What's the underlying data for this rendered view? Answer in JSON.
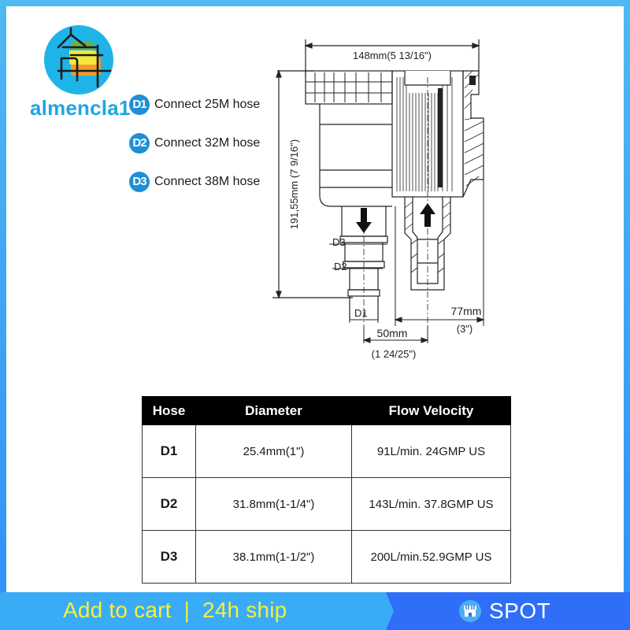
{
  "brand": {
    "name": "almencla1",
    "colors": {
      "text": "#1fa7e0",
      "circle": "#1fb4e8",
      "green": "#6ab04c",
      "yellow": "#f3e83a",
      "orange": "#f29a2e"
    }
  },
  "legend": {
    "items": [
      {
        "badge": "D1",
        "label": "Connect 25M hose"
      },
      {
        "badge": "D2",
        "label": "Connect 32M hose"
      },
      {
        "badge": "D3",
        "label": "Connect 38M hose"
      }
    ],
    "badge_color": "#1f8fd6"
  },
  "drawing": {
    "width_dim": "148mm(5 13/16\")",
    "height_dim": "191,55mm (7 9/16\")",
    "outlet_offset_dim": "77mm",
    "outlet_offset_inch": "(3\")",
    "center_offset_dim": "50mm",
    "center_offset_inch": "(1 24/25\")",
    "labels": {
      "d1": "D1",
      "d2": "D2",
      "d3": "D3"
    }
  },
  "table": {
    "headers": [
      "Hose",
      "Diameter",
      "Flow Velocity"
    ],
    "rows": [
      {
        "hose": "D1",
        "diameter": "25.4mm(1\")",
        "flow": "91L/min. 24GMP US"
      },
      {
        "hose": "D2",
        "diameter": "31.8mm(1-1/4\")",
        "flow": "143L/min. 37.8GMP US"
      },
      {
        "hose": "D3",
        "diameter": "38.1mm(1-1/2\")",
        "flow": "200L/min.52.9GMP US"
      }
    ]
  },
  "banner": {
    "left_text": "Add to cart  |  24h ship",
    "right_label": "SPOT",
    "icon": "storefront-icon",
    "colors": {
      "left_bg": "#3aabf7",
      "right_bg": "#2f6ef6",
      "left_text": "#f7f03a",
      "right_text": "#ffffff"
    }
  },
  "frame": {
    "border_color": "#3aa8f5"
  }
}
